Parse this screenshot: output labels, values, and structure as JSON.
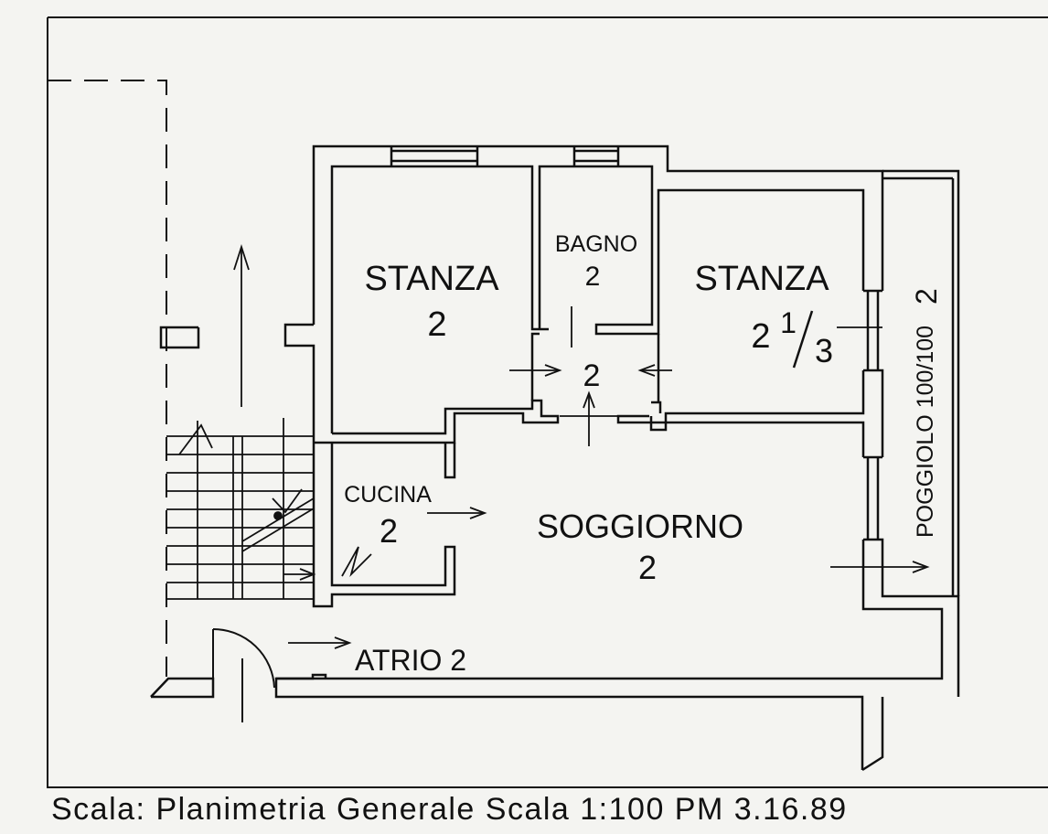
{
  "rooms": {
    "stanza_left": {
      "name": "STANZA",
      "value": "2"
    },
    "bagno": {
      "name": "BAGNO",
      "value": "2"
    },
    "stanza_right": {
      "name": "STANZA",
      "value": "2",
      "fraction_num": "1",
      "fraction_den": "3"
    },
    "disimpegno": {
      "value": "2"
    },
    "cucina": {
      "name": "CUCINA",
      "value": "2"
    },
    "soggiorno": {
      "name": "SOGGIORNO",
      "value": "2"
    },
    "atrio": {
      "name": "ATRIO 2"
    }
  },
  "poggiolo": {
    "label": "POGGIOLO 100/100",
    "value": "2"
  },
  "caption": "Scala: Planimetria Generale Scala 1:100 PM 3.16.89"
}
